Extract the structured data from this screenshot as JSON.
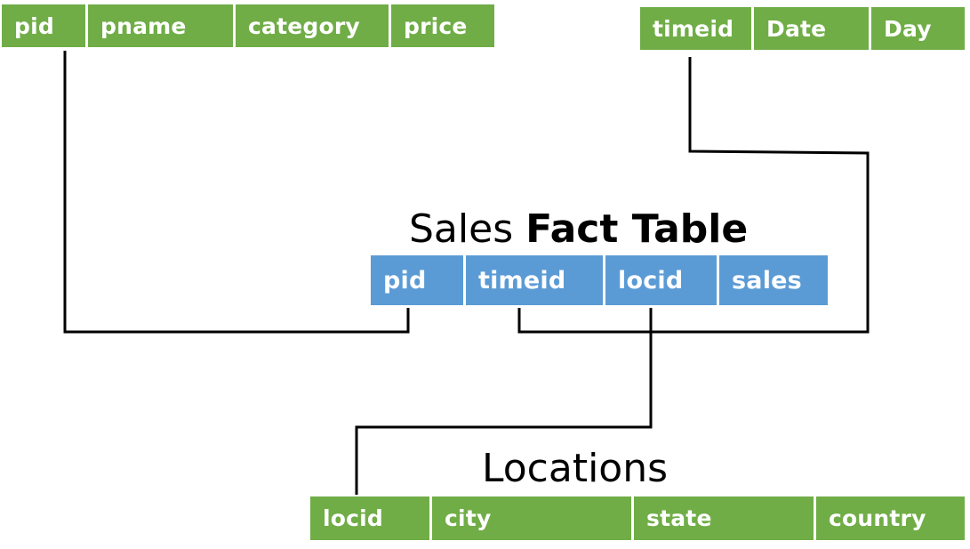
{
  "products": {
    "columns": [
      "pid",
      "pname",
      "category",
      "price"
    ]
  },
  "times": {
    "columns": [
      "timeid",
      "Date",
      "Day"
    ]
  },
  "sales": {
    "title_regular": "Sales",
    "title_bold": "Fact Table",
    "columns": [
      "pid",
      "timeid",
      "locid",
      "sales"
    ]
  },
  "locations": {
    "title": "Locations",
    "columns": [
      "locid",
      "city",
      "state",
      "country"
    ]
  },
  "colors": {
    "dimension_header": "#70ad47",
    "fact_header": "#5b9bd5",
    "connector": "#000000"
  }
}
